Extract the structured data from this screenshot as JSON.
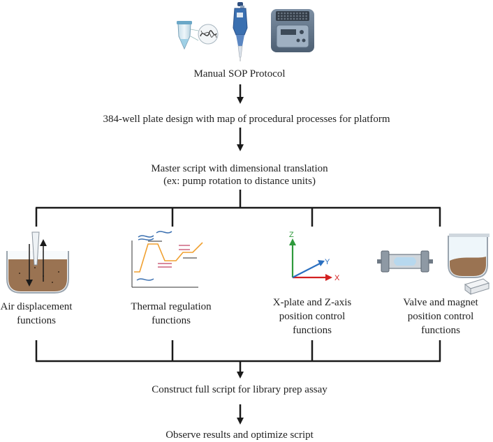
{
  "steps": {
    "manual_sop": "Manual SOP Protocol",
    "plate_design": "384-well plate design with map of procedural processes for platform",
    "master_script_line1": "Master script with dimensional translation",
    "master_script_line2": "(ex: pump rotation to distance units)",
    "construct": "Construct full script for library prep assay",
    "observe": "Observe results and optimize script"
  },
  "functions": [
    {
      "line1": "Air displacement",
      "line2": "functions",
      "line3": ""
    },
    {
      "line1": "Thermal regulation",
      "line2": "functions",
      "line3": ""
    },
    {
      "line1": "X-plate and Z-axis",
      "line2": "position control",
      "line3": "functions"
    },
    {
      "line1": "Valve and magnet",
      "line2": "position control",
      "line3": "functions"
    }
  ],
  "axes": {
    "x": "X",
    "y": "Y",
    "z": "Z"
  },
  "icons": [
    "microtube-icon",
    "dna-strand-icon",
    "micropipette-icon",
    "thermocycler-icon",
    "pipette-in-well-icon",
    "pcr-temperature-profile-icon",
    "xyz-axes-icon",
    "valve-tube-icon",
    "magnet-beaker-icon"
  ],
  "colors": {
    "line": "#1a1a1a",
    "axis_x": "#d32020",
    "axis_y": "#2a6fc0",
    "axis_z": "#2f9a3c",
    "pipette_blue": "#3a6fb0",
    "sediment": "#9a7352"
  }
}
